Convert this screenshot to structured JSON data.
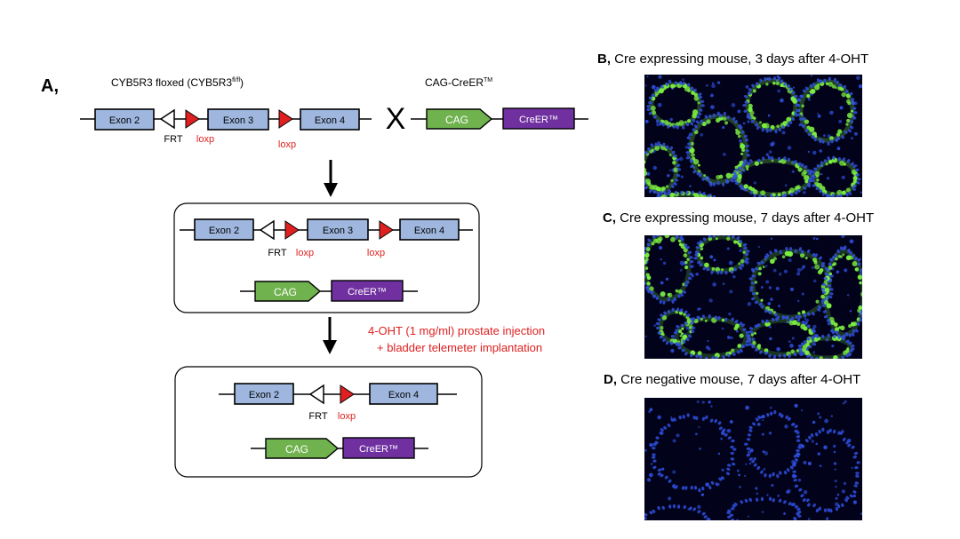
{
  "panel_a": {
    "letter": "A,",
    "floxed_title": "CYB5R3 floxed (CYB5R3",
    "floxed_sup": "fl/fl",
    "floxed_close": ")",
    "cre_title": "CAG-CreER",
    "cre_sup": "TM",
    "cross": "X",
    "exon2": "Exon 2",
    "exon3": "Exon 3",
    "exon4": "Exon 4",
    "frt": "FRT",
    "loxp": "loxp",
    "cag": "CAG",
    "creer": "CreER™",
    "injection_line1": "4-OHT (1 mg/ml) prostate injection",
    "injection_line2": "+ bladder telemeter implantation"
  },
  "panel_b": {
    "letter": "B,",
    "caption": " Cre expressing mouse, 3 days after 4-OHT"
  },
  "panel_c": {
    "letter": "C,",
    "caption": " Cre expressing mouse, 7 days after 4-OHT"
  },
  "panel_d": {
    "letter": "D,",
    "caption": " Cre negative mouse, 7 days after 4-OHT"
  },
  "colors": {
    "exon": "#9fb7df",
    "cag": "#6fb24e",
    "creer": "#7030a0",
    "loxp": "#e02020",
    "loxp_text": "#e02020",
    "injection_text": "#e02020",
    "micro_bg": "#02031a",
    "nuclei": "#2f4fe0",
    "gfp": "#7cf040"
  }
}
